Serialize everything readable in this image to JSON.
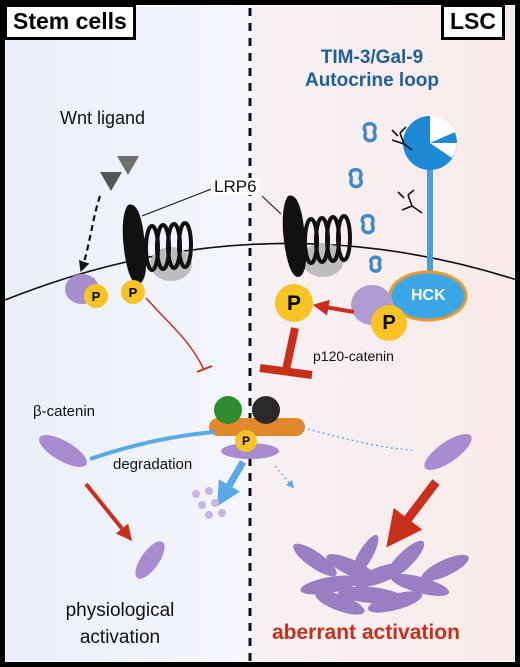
{
  "panels": {
    "left_title": "Stem cells",
    "right_title": "LSC"
  },
  "labels": {
    "tim3_line1": "TIM-3/Gal-9",
    "tim3_line2": "Autocrine loop",
    "wnt": "Wnt ligand",
    "lrp6": "LRP6",
    "beta_catenin": "β-catenin",
    "degradation": "degradation",
    "p120": "p120-catenin",
    "hck": "HCK",
    "physio_line1": "physiological",
    "physio_line2": "activation",
    "aberrant": "aberrant activation",
    "phospho": "P"
  },
  "colors": {
    "left_bg": "#eef2f9",
    "right_bg": "#f8eeee",
    "tim3_text": "#1f5f9a",
    "aberrant_text": "#c9301c",
    "phospho_yellow": "#f7c325",
    "beta_catenin_purple": "#a98bd0",
    "inhibit_red": "#c9301c",
    "degradation_blue": "#59a8e8",
    "hck_blue": "#3aa6e6",
    "hck_outline": "#e89a2a",
    "complex_orange": "#e0882a",
    "complex_green": "#2e8b2e",
    "complex_black": "#2a2a2a"
  }
}
